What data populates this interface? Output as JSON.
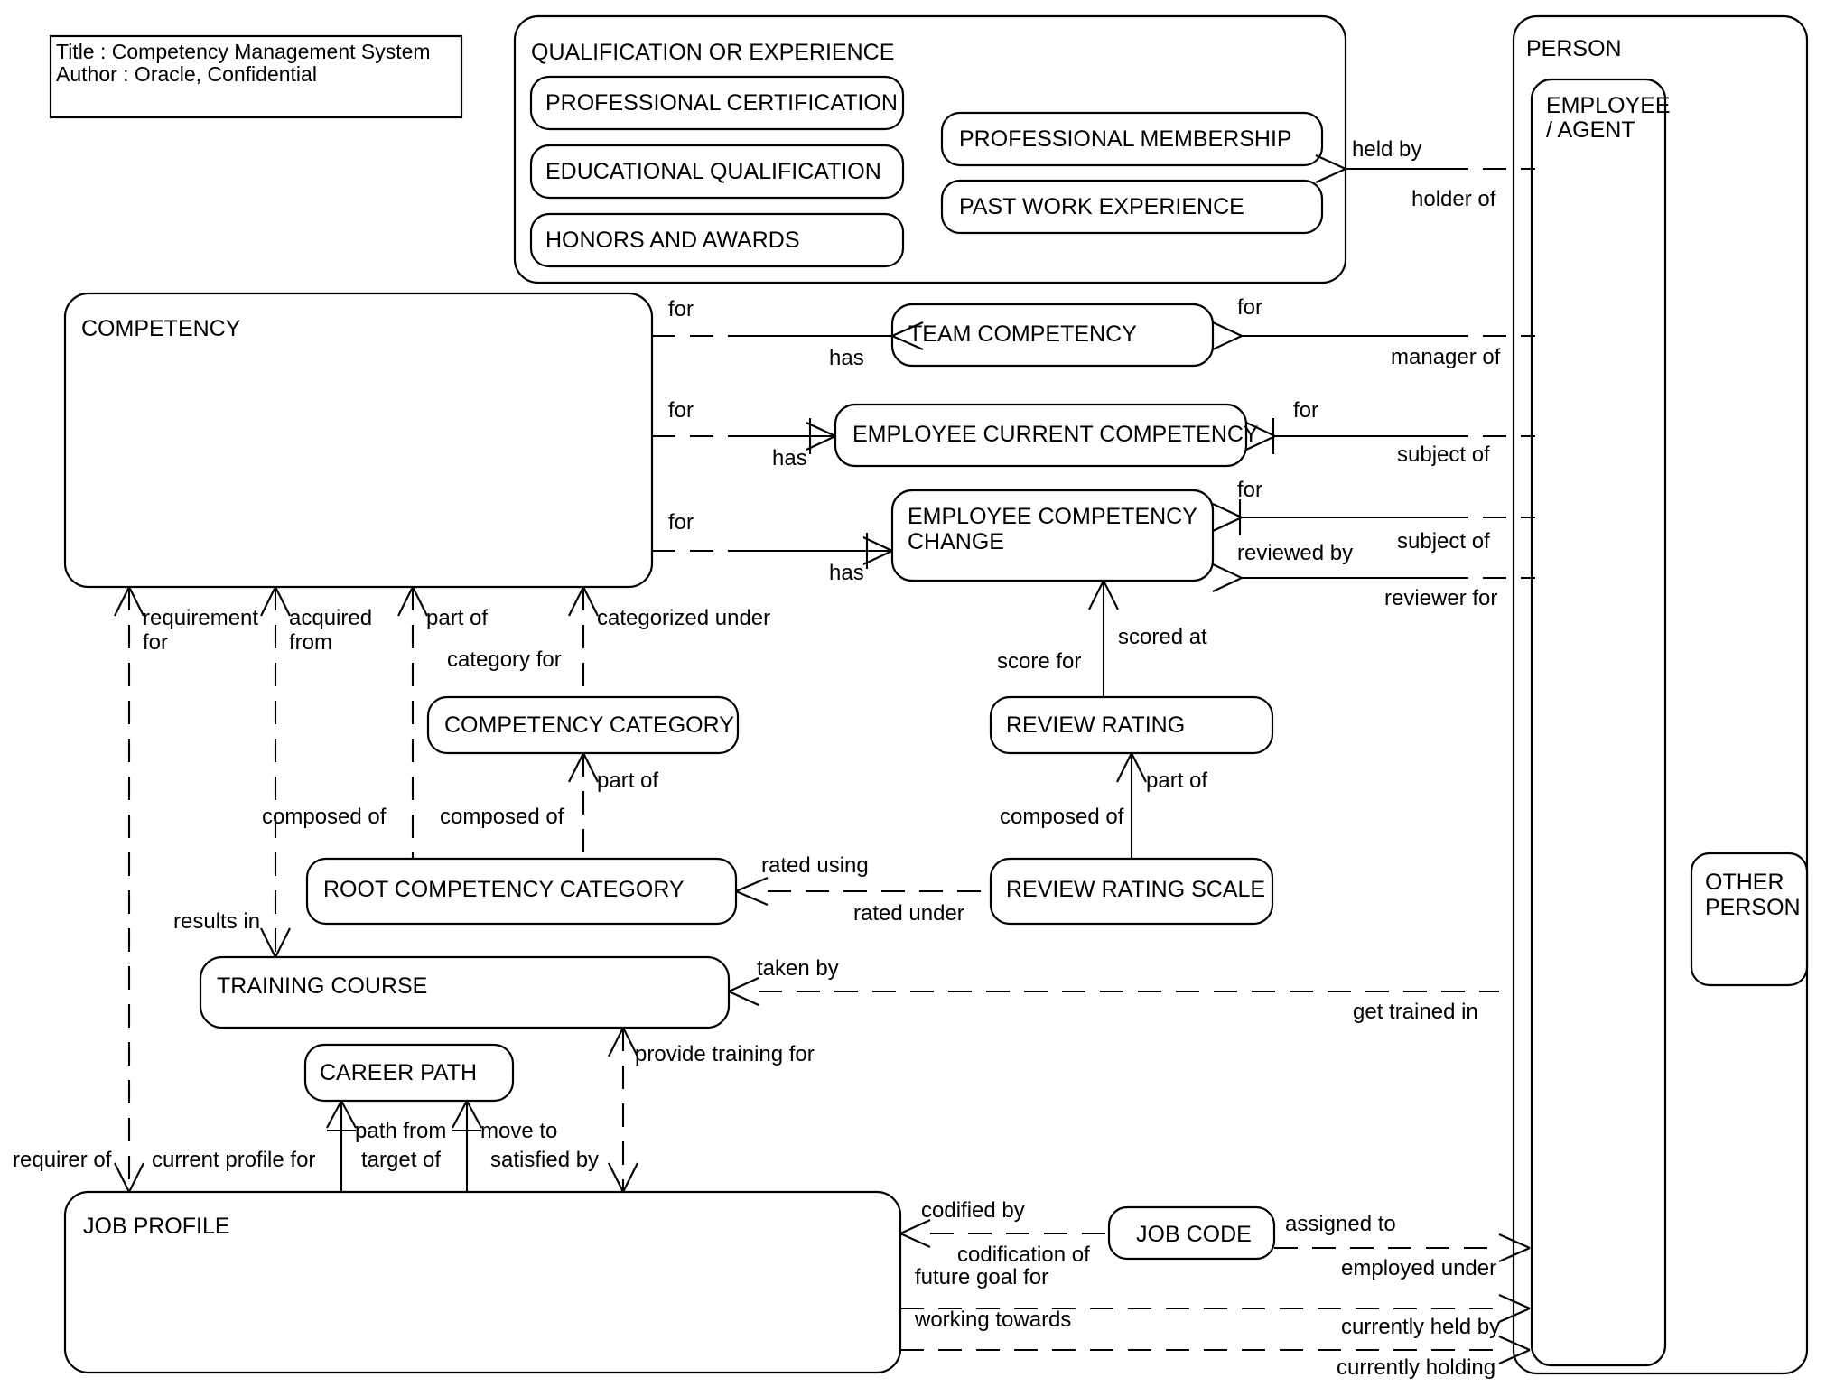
{
  "diagram": {
    "title_block": {
      "line1": "Title : Competency Management System",
      "line2": "Author : Oracle, Confidential"
    },
    "entities": [
      {
        "id": "qualification",
        "label": "QUALIFICATION OR EXPERIENCE"
      },
      {
        "id": "prof_cert",
        "label": "PROFESSIONAL CERTIFICATION"
      },
      {
        "id": "edu_qual",
        "label": "EDUCATIONAL QUALIFICATION"
      },
      {
        "id": "honors",
        "label": "HONORS AND AWARDS"
      },
      {
        "id": "prof_member",
        "label": "PROFESSIONAL MEMBERSHIP"
      },
      {
        "id": "past_work",
        "label": "PAST WORK EXPERIENCE"
      },
      {
        "id": "person",
        "label": "PERSON"
      },
      {
        "id": "employee_agent_1",
        "label": "EMPLOYEE"
      },
      {
        "id": "employee_agent_2",
        "label": "/ AGENT"
      },
      {
        "id": "other_person_1",
        "label": "OTHER"
      },
      {
        "id": "other_person_2",
        "label": "PERSON"
      },
      {
        "id": "competency",
        "label": "COMPETENCY"
      },
      {
        "id": "team_competency",
        "label": "TEAM COMPETENCY"
      },
      {
        "id": "emp_cur_comp",
        "label": "EMPLOYEE CURRENT COMPETENCY"
      },
      {
        "id": "emp_comp_change_1",
        "label": "EMPLOYEE COMPETENCY"
      },
      {
        "id": "emp_comp_change_2",
        "label": "CHANGE"
      },
      {
        "id": "comp_category",
        "label": "COMPETENCY CATEGORY"
      },
      {
        "id": "root_comp_cat",
        "label": "ROOT COMPETENCY CATEGORY"
      },
      {
        "id": "review_rating",
        "label": "REVIEW RATING"
      },
      {
        "id": "review_rating_sc",
        "label": "REVIEW RATING SCALE"
      },
      {
        "id": "training_course",
        "label": "TRAINING COURSE"
      },
      {
        "id": "career_path",
        "label": "CAREER PATH"
      },
      {
        "id": "job_profile",
        "label": "JOB PROFILE"
      },
      {
        "id": "job_code",
        "label": "JOB CODE"
      }
    ],
    "relationship_labels": [
      {
        "id": "held_by",
        "text": "held by"
      },
      {
        "id": "holder_of",
        "text": "holder of"
      },
      {
        "id": "for_team",
        "text": "for"
      },
      {
        "id": "has_team",
        "text": "has"
      },
      {
        "id": "for_team_right",
        "text": "for"
      },
      {
        "id": "manager_of",
        "text": "manager of"
      },
      {
        "id": "for_ecc",
        "text": "for"
      },
      {
        "id": "has_ecc",
        "text": "has"
      },
      {
        "id": "for_ecc_right",
        "text": "for"
      },
      {
        "id": "subject_of_1",
        "text": "subject of"
      },
      {
        "id": "for_ecch",
        "text": "for"
      },
      {
        "id": "has_ecch",
        "text": "has"
      },
      {
        "id": "for_ecch_right",
        "text": "for"
      },
      {
        "id": "subject_of_2",
        "text": "subject of"
      },
      {
        "id": "reviewed_by",
        "text": "reviewed by"
      },
      {
        "id": "reviewer_for",
        "text": "reviewer for"
      },
      {
        "id": "requirement_for_1",
        "text": "requirement"
      },
      {
        "id": "requirement_for_2",
        "text": "for"
      },
      {
        "id": "acquired_from_1",
        "text": "acquired"
      },
      {
        "id": "acquired_from_2",
        "text": "from"
      },
      {
        "id": "part_of_cat",
        "text": "part of"
      },
      {
        "id": "category_for",
        "text": "category for"
      },
      {
        "id": "categorized_under",
        "text": "categorized under"
      },
      {
        "id": "part_of_root",
        "text": "part of"
      },
      {
        "id": "composed_of_left",
        "text": "composed of"
      },
      {
        "id": "composed_of_mid",
        "text": "composed of"
      },
      {
        "id": "scored_at",
        "text": "scored at"
      },
      {
        "id": "score_for",
        "text": "score for"
      },
      {
        "id": "part_of_rating",
        "text": "part of"
      },
      {
        "id": "composed_of_rating",
        "text": "composed of"
      },
      {
        "id": "rated_using",
        "text": "rated using"
      },
      {
        "id": "rated_under",
        "text": "rated under"
      },
      {
        "id": "results_in",
        "text": "results in"
      },
      {
        "id": "taken_by",
        "text": "taken by"
      },
      {
        "id": "get_trained_in",
        "text": "get trained in"
      },
      {
        "id": "provide_training_for",
        "text": "provide training for"
      },
      {
        "id": "path_from",
        "text": "path from"
      },
      {
        "id": "move_to",
        "text": "move to"
      },
      {
        "id": "target_of",
        "text": "target of"
      },
      {
        "id": "satisfied_by",
        "text": "satisfied by"
      },
      {
        "id": "requirer_of",
        "text": "requirer of"
      },
      {
        "id": "current_profile_for",
        "text": "current profile for"
      },
      {
        "id": "codified_by",
        "text": "codified by"
      },
      {
        "id": "codification_of",
        "text": "codification of"
      },
      {
        "id": "assigned_to",
        "text": "assigned to"
      },
      {
        "id": "employed_under",
        "text": "employed under"
      },
      {
        "id": "future_goal_for",
        "text": "future goal for"
      },
      {
        "id": "currently_held_by",
        "text": "currently held by"
      },
      {
        "id": "working_towards",
        "text": "working towards"
      },
      {
        "id": "currently_holding",
        "text": "currently holding"
      }
    ],
    "colors": {
      "stroke": "#000000",
      "fill": "#ffffff",
      "background": "#ffffff"
    }
  }
}
